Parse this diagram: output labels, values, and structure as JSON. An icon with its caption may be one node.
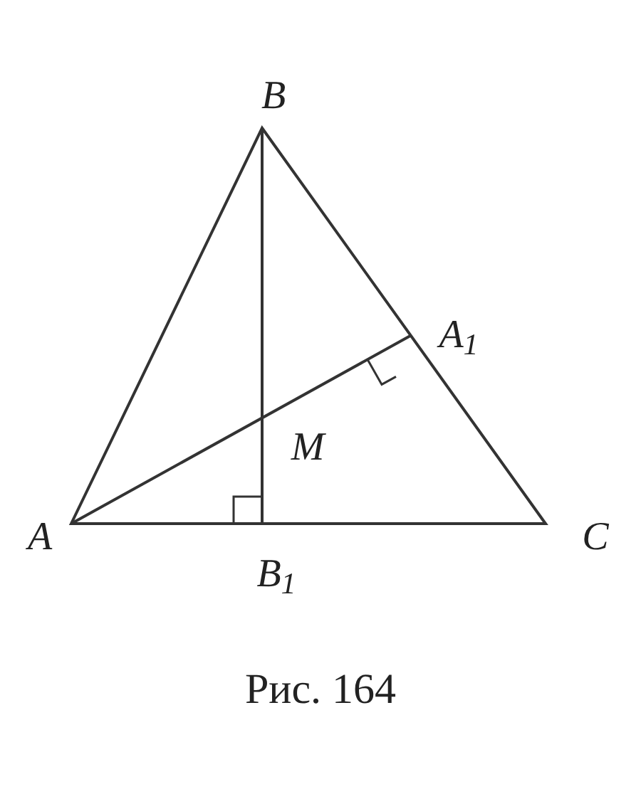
{
  "diagram": {
    "caption": "Рис. 164",
    "labels": [
      "B",
      "A$_{1}$",
      "M",
      "A",
      "C",
      "B$_{1}$"
    ]
  }
}
